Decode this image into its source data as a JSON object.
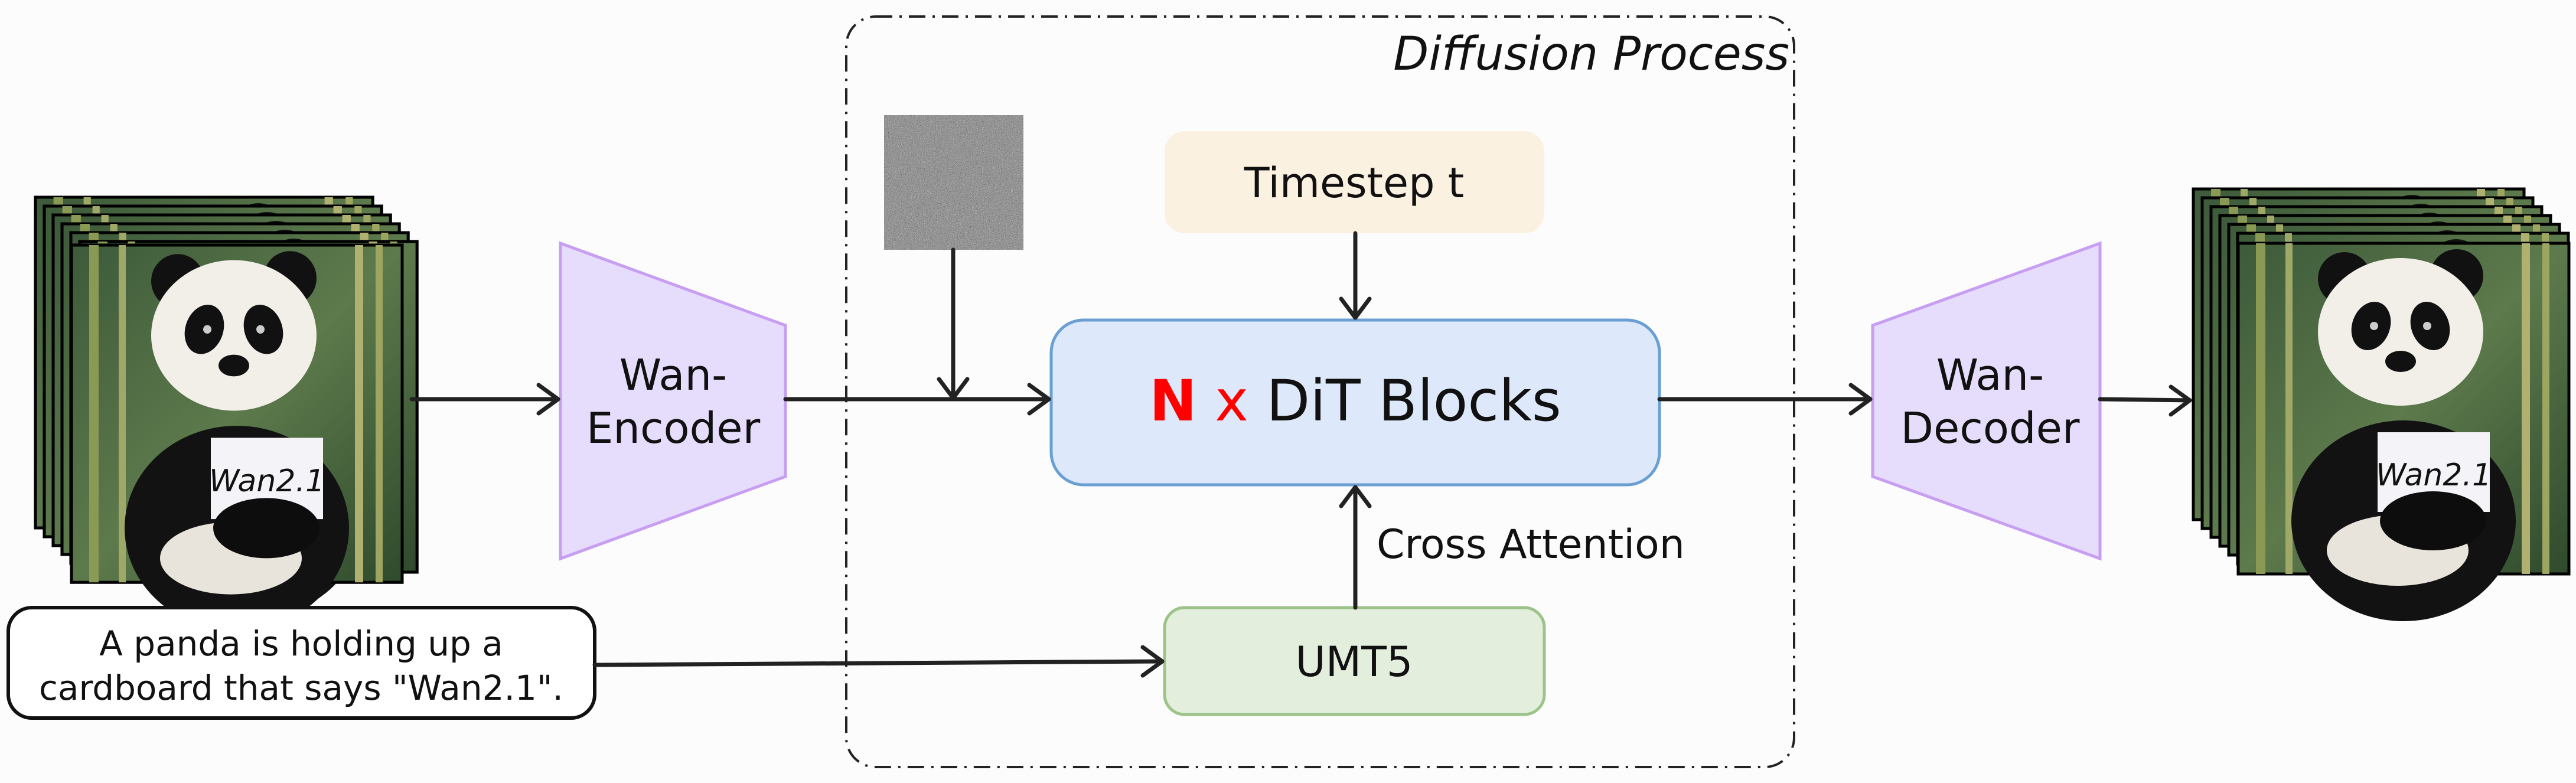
{
  "diffusion_label": "Diffusion Process",
  "timestep_label": "Timestep t",
  "dit": {
    "n": "N",
    "x": "x",
    "label": "DiT Blocks"
  },
  "cross_attention_label": "Cross Attention",
  "umt5_label": "UMT5",
  "encoder": {
    "line1": "Wan-",
    "line2": "Encoder"
  },
  "decoder": {
    "line1": "Wan-",
    "line2": "Decoder"
  },
  "prompt": {
    "line1": "A panda is holding up a",
    "line2": "cardboard that says \"Wan2.1\"."
  },
  "sign_text": "Wan2.1",
  "colors": {
    "encoder_fill": "#e6dcfc",
    "encoder_stroke": "#c79ef2",
    "timestep_fill": "#fbf1e0",
    "dit_fill": "#dde9fa",
    "dit_stroke": "#6a9fd4",
    "umt5_fill": "#e3efdc",
    "umt5_stroke": "#9cc38a",
    "accent_red": "#ff0000"
  }
}
